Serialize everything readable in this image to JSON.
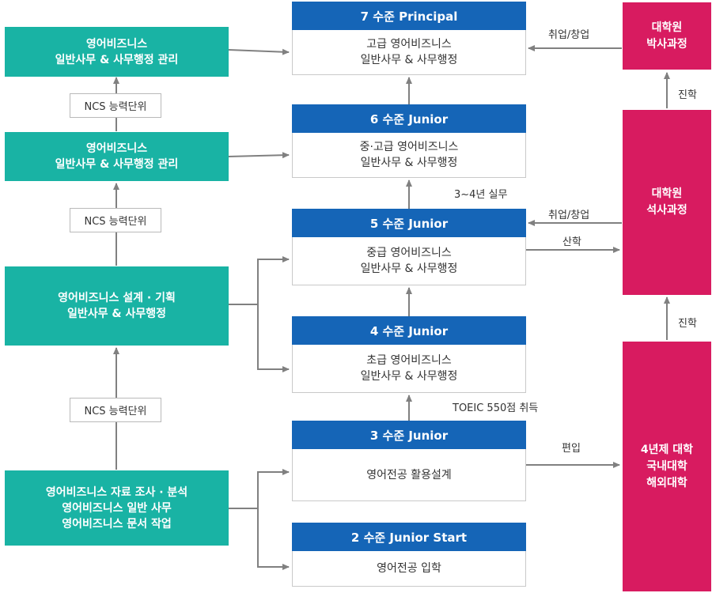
{
  "left": {
    "box1": "영어비즈니스\n일반사무 & 사무행정 관리",
    "box2": "영어비즈니스\n일반사무 & 사무행정 관리",
    "box3": "영어비즈니스 설계 · 기획\n일반사무 & 사무행정",
    "box4": "영어비즈니스 자료 조사 · 분석\n영어비즈니스 일반 사무\n영어비즈니스 문서 작업",
    "ncs1": "NCS 능력단위",
    "ncs2": "NCS 능력단위",
    "ncs3": "NCS 능력단위"
  },
  "levels": {
    "l7": {
      "title": "7 수준 Principal",
      "body": "고급 영어비즈니스\n일반사무 & 사무행정"
    },
    "l6": {
      "title": "6 수준 Junior",
      "body": "중·고급 영어비즈니스\n일반사무 & 사무행정"
    },
    "l5": {
      "title": "5 수준 Junior",
      "body": "중급 영어비즈니스\n일반사무 & 사무행정"
    },
    "l4": {
      "title": "4 수준 Junior",
      "body": "초급 영어비즈니스\n일반사무 & 사무행정"
    },
    "l3": {
      "title": "3 수준 Junior",
      "body": "영어전공 활용설계"
    },
    "l2": {
      "title": "2 수준 Junior Start",
      "body": "영어전공 입학"
    }
  },
  "right": {
    "doctor": "대학원\n박사과정",
    "master": "대학원\n석사과정",
    "univ": "4년제 대학\n국내대학\n해외대학"
  },
  "labels": {
    "job1": "취업/창업",
    "job2": "취업/창업",
    "industry": "산학",
    "promote1": "진학",
    "promote2": "진학",
    "transfer": "편입",
    "practice": "3~4년 실무",
    "toeic": "TOEIC 550점 취득"
  },
  "colors": {
    "teal": "#19b3a4",
    "blue": "#1565b7",
    "pink": "#d81b60",
    "line": "#808080"
  }
}
